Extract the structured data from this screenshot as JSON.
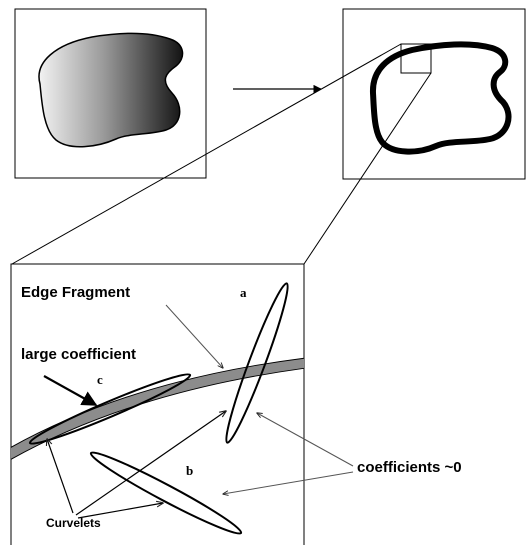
{
  "diagram": {
    "labels": {
      "edge_fragment": "Edge Fragment",
      "large_coefficient": "large coefficient",
      "coefficients_zero": "coefficients ~0",
      "curvelets": "Curvelets",
      "a": "a",
      "b": "b",
      "c": "c"
    },
    "colors": {
      "stroke": "#000000",
      "edge_fill": "#8c8c8c",
      "gradient_light": "#f2f2f2",
      "gradient_dark": "#141414",
      "pointer_line": "#555555"
    }
  }
}
